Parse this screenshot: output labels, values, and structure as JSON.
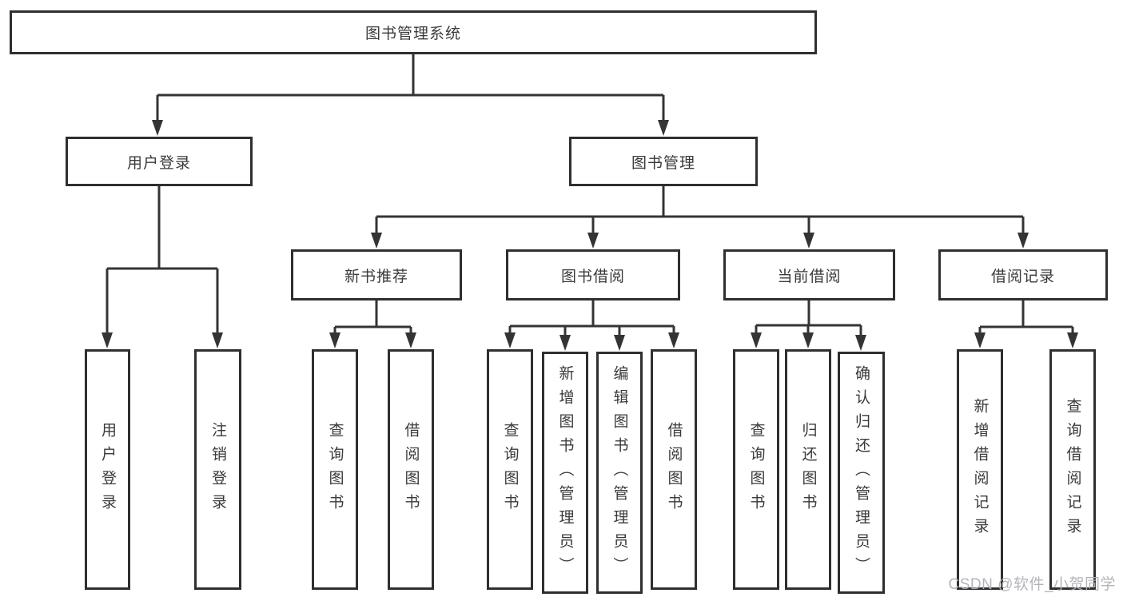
{
  "diagram": {
    "title_node": "图书管理系统",
    "colors": {
      "line": "#343434",
      "box_border": "#2f2f2f",
      "text": "#3a3a3a",
      "watermark": "#b0b0b6"
    },
    "nodes": {
      "root": {
        "label": "图书管理系统"
      },
      "level2": [
        {
          "label": "用户登录"
        },
        {
          "label": "图书管理"
        }
      ],
      "level3": [
        {
          "label": "新书推荐"
        },
        {
          "label": "图书借阅"
        },
        {
          "label": "当前借阅"
        },
        {
          "label": "借阅记录"
        }
      ],
      "leaves": {
        "user_login": [
          {
            "label": "用户登录"
          },
          {
            "label": "注销登录"
          }
        ],
        "new_book": [
          {
            "label": "查询图书"
          },
          {
            "label": "借阅图书"
          }
        ],
        "book_borrow": [
          {
            "label": "查询图书"
          },
          {
            "label": "新增图书（管理员）"
          },
          {
            "label": "编辑图书（管理员）"
          },
          {
            "label": "借阅图书"
          }
        ],
        "current_borrow": [
          {
            "label": "查询图书"
          },
          {
            "label": "归还图书"
          },
          {
            "label": "确认归还（管理员）"
          }
        ],
        "borrow_records": [
          {
            "label": "新增借阅记录"
          },
          {
            "label": "查询借阅记录"
          }
        ]
      }
    }
  },
  "watermark": {
    "text": "CSDN @软件_小贺同学"
  }
}
